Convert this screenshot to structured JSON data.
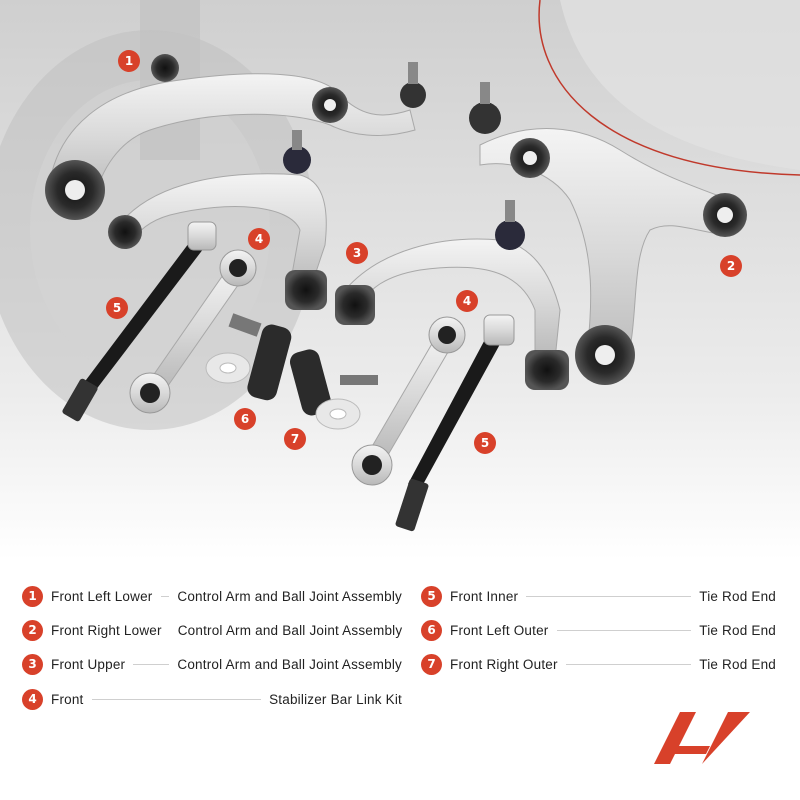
{
  "legend": [
    {
      "num": "1",
      "label": "Front Left Lower",
      "desc": "Control Arm and Ball Joint Assembly"
    },
    {
      "num": "2",
      "label": "Front Right Lower",
      "desc": "Control Arm and Ball Joint Assembly"
    },
    {
      "num": "3",
      "label": "Front Upper",
      "desc": "Control Arm and Ball Joint Assembly"
    },
    {
      "num": "4",
      "label": "Front",
      "desc": "Stabilizer Bar Link Kit"
    },
    {
      "num": "5",
      "label": "Front Inner",
      "desc": "Tie Rod End"
    },
    {
      "num": "6",
      "label": "Front Left Outer",
      "desc": "Tie Rod End"
    },
    {
      "num": "7",
      "label": "Front Right Outer",
      "desc": "Tie Rod End"
    }
  ],
  "callouts": [
    "1",
    "2",
    "3",
    "4",
    "4",
    "5",
    "5",
    "6",
    "7"
  ],
  "colors": {
    "accent": "#d8412a",
    "text": "#222222",
    "divider": "#cfcfcf"
  },
  "logo_icon": "a-premium-logo"
}
